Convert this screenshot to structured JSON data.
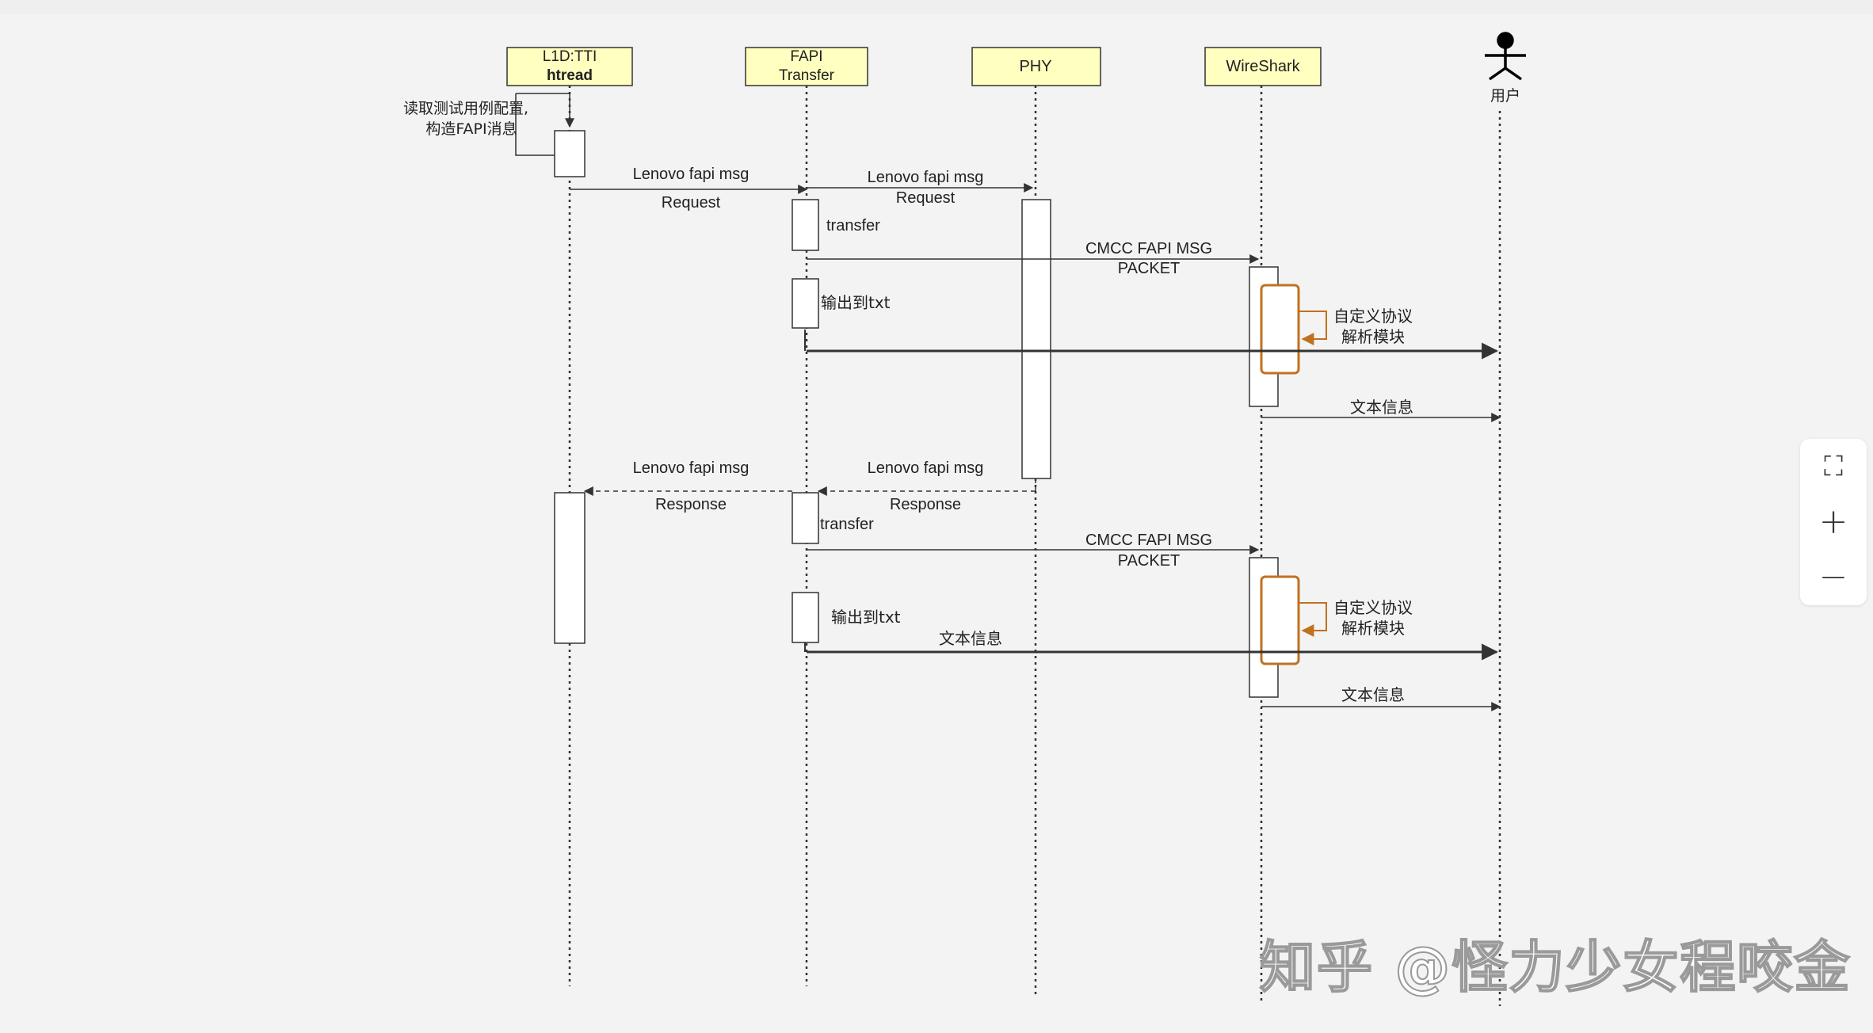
{
  "participants": {
    "l1d": [
      "L1D:TTI",
      "htread"
    ],
    "fapi": [
      "FAPI",
      "Transfer"
    ],
    "phy": "PHY",
    "wireshark": "WireShark",
    "user": "用户"
  },
  "messages": {
    "self_note": [
      "读取测试用例配置,",
      "构造FAPI消息"
    ],
    "req1": [
      "Lenovo fapi msg",
      "Request"
    ],
    "req2": [
      "Lenovo fapi msg",
      "Request"
    ],
    "transfer_1": "transfer",
    "cmcc_1": [
      "CMCC FAPI MSG",
      "PACKET"
    ],
    "output_txt_1": "输出到txt",
    "custom_parser_1": [
      "自定义协议",
      "解析模块"
    ],
    "text_info_1": "文本信息",
    "resp1": [
      "Lenovo fapi msg",
      "Response"
    ],
    "resp2": [
      "Lenovo fapi msg",
      "Response"
    ],
    "transfer_2": "transfer",
    "cmcc_2": [
      "CMCC FAPI MSG",
      "PACKET"
    ],
    "output_txt_2": "输出到txt",
    "custom_parser_2": [
      "自定义协议",
      "解析模块"
    ],
    "text_info_2": "文本信息",
    "text_info_3": "文本信息"
  },
  "zoom_controls": {
    "fit": "⛶",
    "zoom_in": "+",
    "zoom_out": "−"
  },
  "watermark": "知乎 @怪力少女程咬金",
  "colors": {
    "participant_fill": "#ffffc0",
    "activation_highlight": "#c0711f",
    "line": "#333333",
    "background": "#f3f3f3"
  }
}
